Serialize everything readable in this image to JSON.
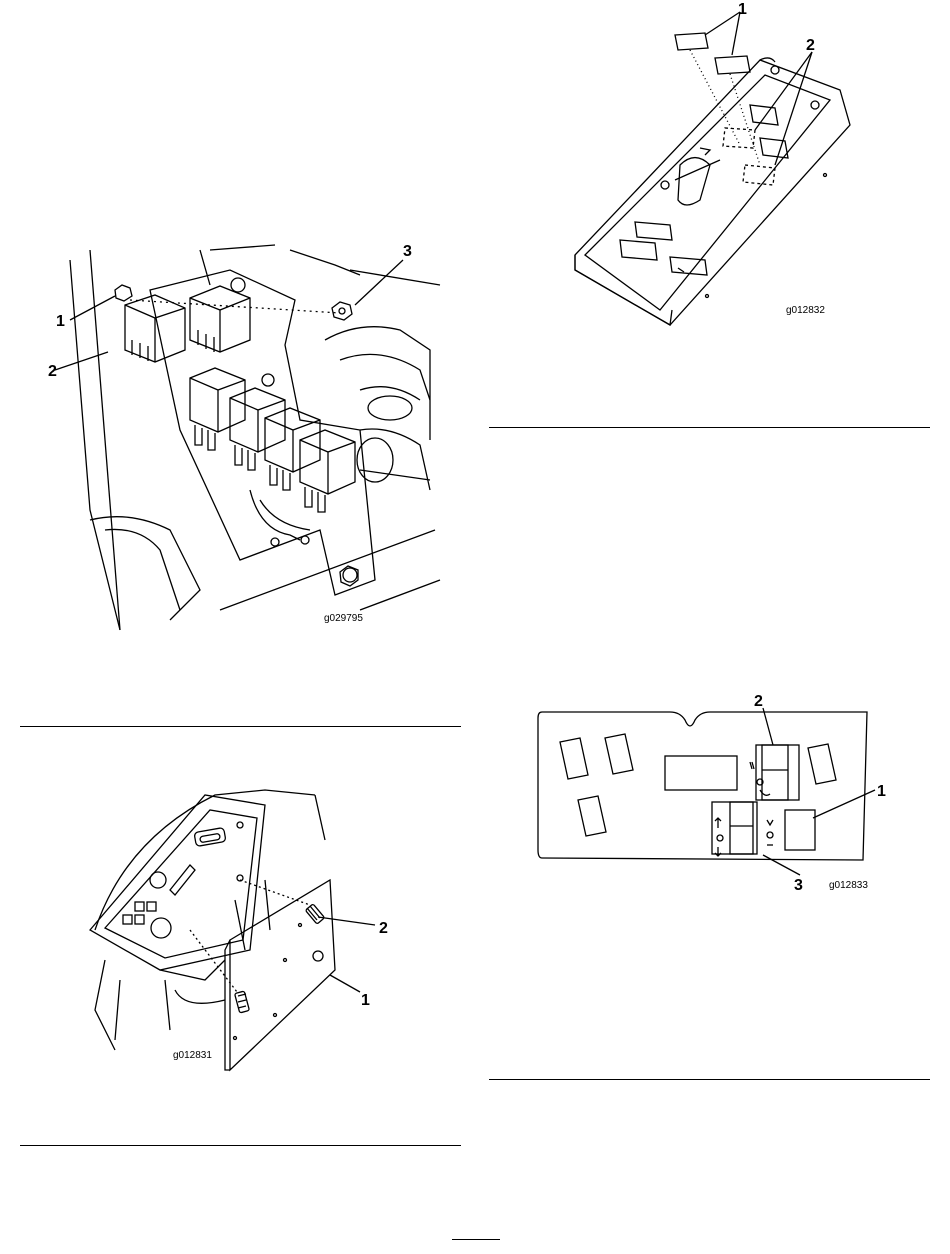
{
  "figures": [
    {
      "id": "relays",
      "code": "g029795",
      "callouts": [
        "1",
        "2",
        "3"
      ]
    },
    {
      "id": "decal-panel-tilt",
      "code": "g012832",
      "callouts": [
        "1",
        "2"
      ]
    },
    {
      "id": "control-panel-cover",
      "code": "g012831",
      "callouts": [
        "1",
        "2"
      ]
    },
    {
      "id": "decal-panel-flat",
      "code": "g012833",
      "callouts": [
        "2",
        "1",
        "3"
      ]
    }
  ]
}
